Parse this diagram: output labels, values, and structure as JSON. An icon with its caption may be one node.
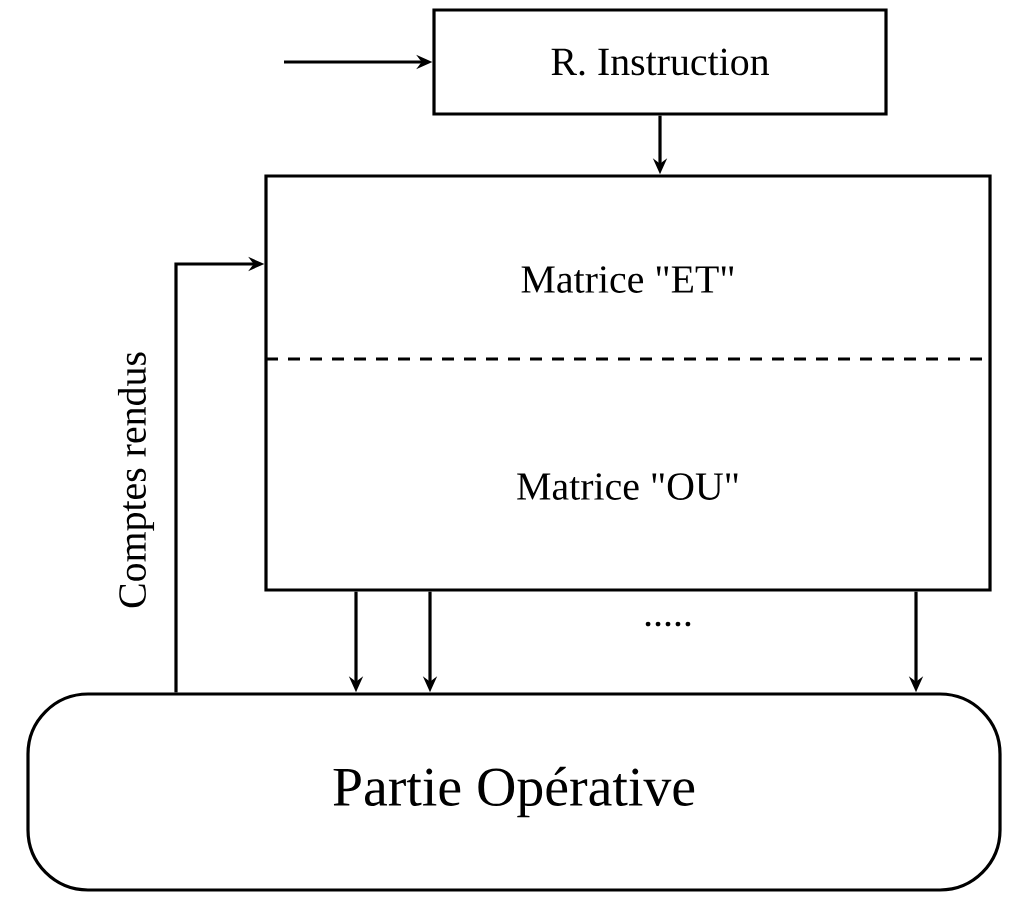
{
  "diagram": {
    "nodes": [
      {
        "text": [
          "R. Instruction"
        ]
      },
      {
        "text": [
          "Matrice \"ET\"",
          "Matrice \"OU\""
        ]
      },
      {
        "text": [
          "Partie Opérative"
        ]
      }
    ],
    "edges": [
      {
        "from": null,
        "to": 0,
        "arrow": "to"
      },
      {
        "from": 0,
        "to": 1,
        "arrow": "to"
      },
      {
        "from": 2,
        "to": 1,
        "arrow": "to",
        "label": "Comptes rendus"
      },
      {
        "from": 1,
        "to": 2,
        "arrow": "to"
      },
      {
        "from": 1,
        "to": 2,
        "arrow": "to"
      },
      {
        "from": 1,
        "to": 2,
        "arrow": "to"
      }
    ],
    "labels": [
      "....."
    ]
  }
}
